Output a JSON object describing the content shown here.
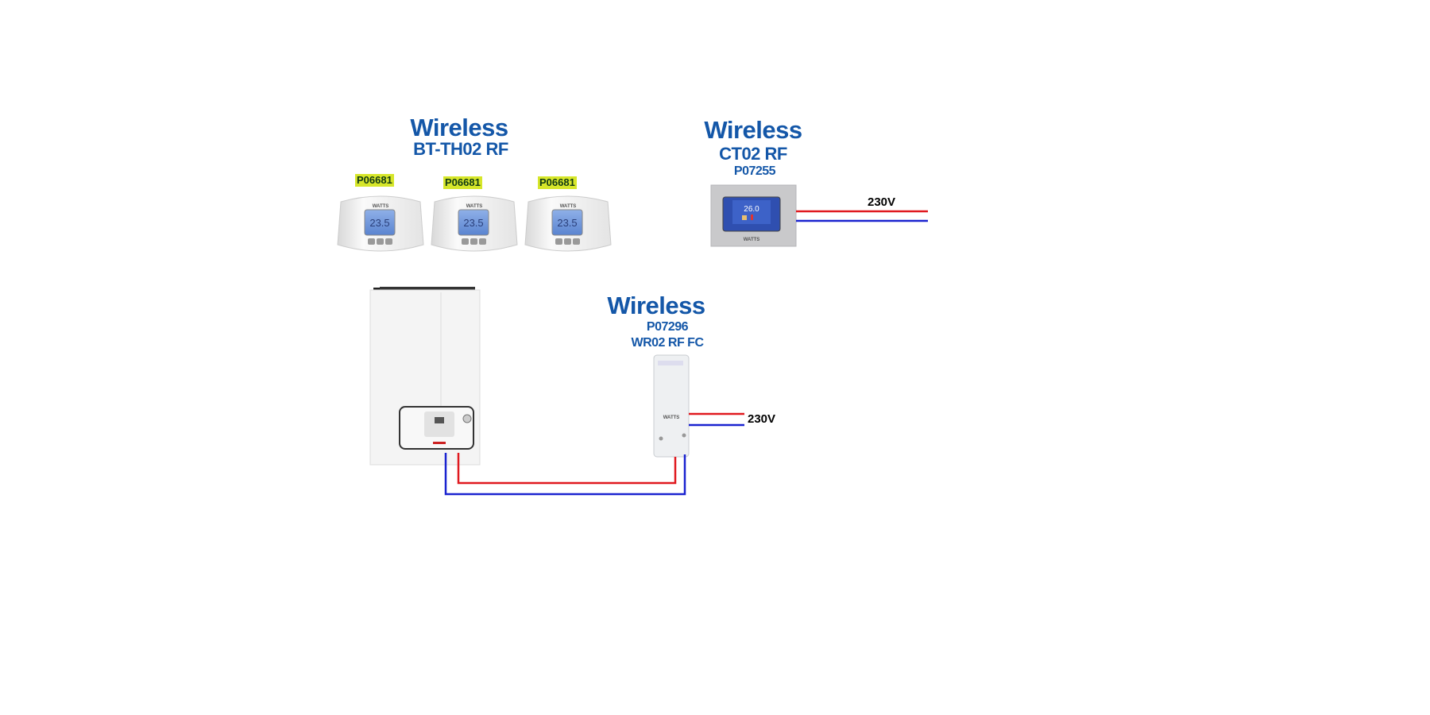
{
  "radiator_thermostats": {
    "title": "Wireless",
    "model": "BT-TH02 RF",
    "units": [
      {
        "code": "P06681",
        "display": "23.5"
      },
      {
        "code": "P06681",
        "display": "23.5"
      },
      {
        "code": "P06681",
        "display": "23.5"
      }
    ]
  },
  "room_thermostat": {
    "title": "Wireless",
    "model": "CT02 RF",
    "code": "P07255",
    "display": "26.0",
    "power": "230V"
  },
  "receiver": {
    "title": "Wireless",
    "code": "P07296",
    "model": "WR02 RF FC",
    "power": "230V"
  },
  "colors": {
    "title": "#1457a8",
    "live_wire": "#e0191f",
    "neutral_wire": "#1a23d0",
    "code_highlight": "#d6e62a"
  }
}
